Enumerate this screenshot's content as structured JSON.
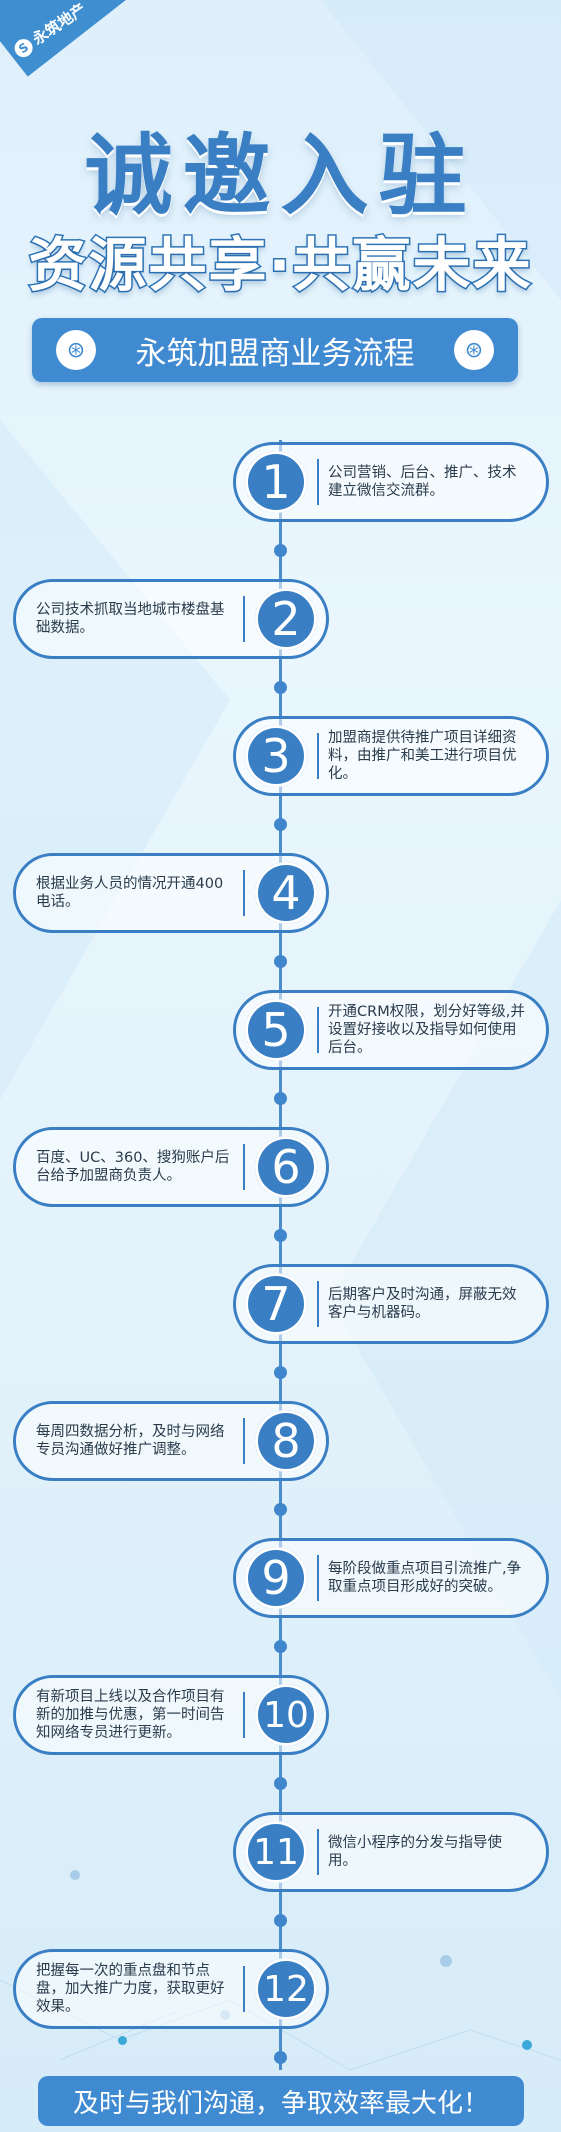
{
  "brand": {
    "logo_text": "永筑地产",
    "accent": "#3f8ad0"
  },
  "header": {
    "title": "诚邀入驻",
    "subtitle": "资源共享·共赢未来",
    "banner": "永筑加盟商业务流程"
  },
  "steps": [
    {
      "number": "1",
      "side": "right",
      "text": "公司营销、后台、推广、技术建立微信交流群。"
    },
    {
      "number": "2",
      "side": "left",
      "text": "公司技术抓取当地城市楼盘基础数据。"
    },
    {
      "number": "3",
      "side": "right",
      "text": "加盟商提供待推广项目详细资料，由推广和美工进行项目优化。"
    },
    {
      "number": "4",
      "side": "left",
      "text": "根据业务人员的情况开通400电话。"
    },
    {
      "number": "5",
      "side": "right",
      "text": "开通CRM权限，划分好等级,并设置好接收以及指导如何使用后台。"
    },
    {
      "number": "6",
      "side": "left",
      "text": "百度、UC、360、搜狗账户后台给予加盟商负责人。"
    },
    {
      "number": "7",
      "side": "right",
      "text": "后期客户及时沟通，屏蔽无效客户与机器码。"
    },
    {
      "number": "8",
      "side": "left",
      "text": "每周四数据分析，及时与网络专员沟通做好推广调整。"
    },
    {
      "number": "9",
      "side": "right",
      "text": "每阶段做重点项目引流推广,争取重点项目形成好的突破。"
    },
    {
      "number": "10",
      "side": "left",
      "text": "有新项目上线以及合作项目有新的加推与优惠，第一时间告知网络专员进行更新。"
    },
    {
      "number": "11",
      "side": "right",
      "text": "微信小程序的分发与指导使用。"
    },
    {
      "number": "12",
      "side": "left",
      "text": "把握每一次的重点盘和节点盘，加大推广力度，获取更好效果。"
    }
  ],
  "footer": {
    "text": "及时与我们沟通，争取效率最大化！"
  }
}
